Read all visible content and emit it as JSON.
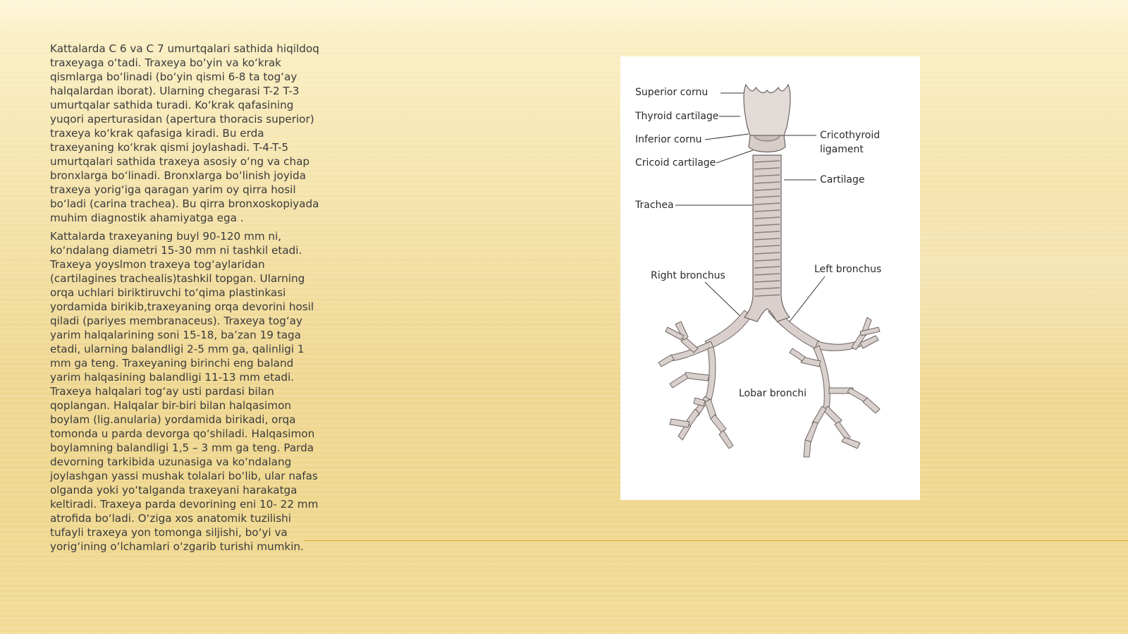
{
  "text": {
    "paragraph_1": "Kattalarda C 6 va C 7 umurtqalari sathida hiqildoq traxeyaga o‘tadi. Traxeya bo‘yin va ko‘krak qismlarga bo‘linadi (bo‘yin qismi 6-8 ta tog‘ay halqalardan iborat). Ularning chegarasi T-2 T-3 umurtqalar sathida turadi. Ko‘krak qafasining yuqori aperturasidan (apertura thoracis superior) traxeya ko‘krak qafasiga kiradi. Bu erda traxeyaning ko‘krak qismi joylashadi. T-4-T-5 umurtqalari sathida traxeya asosiy o‘ng va chap bronxlarga bo‘linadi. Bronxlarga bo‘linish joyida traxeya yorig‘iga qaragan yarim oy qirra hosil bo‘ladi (carina trachea). Bu qirra bronxoskopiyada muhim diagnostik ahamiyatga ega .",
    "paragraph_2": "Kattalarda traxeyaning buyl 90-120 mm ni, ko‘ndalang diametri 15-30 mm ni tashkil etadi. Traxeya yoyslmon traxeya tog‘aylaridan (cartilagines trachealis)tashkil topgan. Ularning orqa uchlari biriktiruvchi to‘qima plastinkasi yordamida birikib,traxeyaning orqa devorini hosil qiladi (pariyes membranaceus). Traxeya tog‘ay yarim halqalarining soni 15-18, ba’zan 19 taga etadi, ularning balandligi 2-5 mm ga, qalinligi 1 mm ga teng. Traxeyaning birinchi eng baland yarim halqasining balandligi 11-13 mm etadi. Traxeya halqalari tog‘ay usti pardasi bilan qoplangan. Halqalar bir-biri bilan halqasimon boylam (lig.anularia) yordamida birikadi, orqa tomonda u parda devorga qo‘shiladi. Halqasimon boylamning balandligi 1,5 – 3 mm ga teng. Parda devorning tarkibida uzunasiga va ko‘ndalang joylashgan yassi mushak tolalari bo‘lib, ular nafas olganda yoki yo‘talganda traxeyani harakatga keltiradi. Traxeya parda devorining eni 10- 22 mm atrofida bo‘ladi. O‘ziga xos anatomik tuzilishi tufayli traxeya yon tomonga siljishi, bo‘yi va yorig‘ining o‘lchamlari o‘zgarib turishi mumkin."
  },
  "figure": {
    "labels": {
      "superior_cornu": "Superior cornu",
      "thyroid_cartilage": "Thyroid cartilage",
      "inferior_cornu": "Inferior cornu",
      "cricoid_cartilage": "Cricoid cartilage",
      "cricothyroid_ligament_line1": "Cricothyroid",
      "cricothyroid_ligament_line2": "ligament",
      "cartilage": "Cartilage",
      "trachea": "Trachea",
      "right_bronchus": "Right bronchus",
      "left_bronchus": "Left bronchus",
      "lobar_bronchi": "Lobar bronchi"
    },
    "colors": {
      "airway_fill": "#d9cfcc",
      "airway_stroke": "#6e6460",
      "leader_line": "#333333"
    }
  },
  "colors": {
    "divider": "#e1a13d",
    "text": "#3b3b3b"
  }
}
